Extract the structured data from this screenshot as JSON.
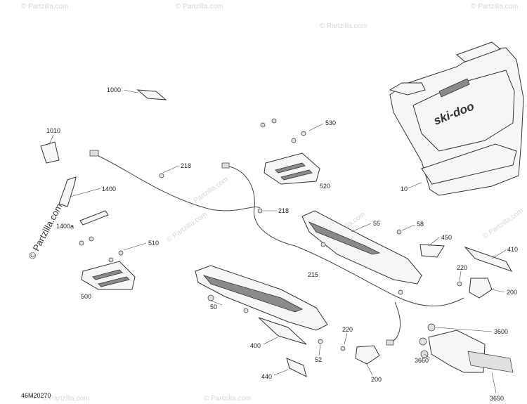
{
  "diagram_code": "46M20270",
  "watermarks": {
    "side": "© Partzilla.com",
    "repeated": "© Partzilla.com"
  },
  "brand_logo": "ski-doo",
  "callouts": [
    {
      "id": "c1000",
      "label": "1000"
    },
    {
      "id": "c1010",
      "label": "1010"
    },
    {
      "id": "c1400",
      "label": "1400"
    },
    {
      "id": "c1400a",
      "label": "1400a"
    },
    {
      "id": "c10",
      "label": "10"
    },
    {
      "id": "c530",
      "label": "530"
    },
    {
      "id": "c520",
      "label": "520"
    },
    {
      "id": "c218a",
      "label": "218"
    },
    {
      "id": "c218b",
      "label": "218"
    },
    {
      "id": "c510",
      "label": "510"
    },
    {
      "id": "c500",
      "label": "500"
    },
    {
      "id": "c55",
      "label": "55"
    },
    {
      "id": "c58",
      "label": "58"
    },
    {
      "id": "c450",
      "label": "450"
    },
    {
      "id": "c410",
      "label": "410"
    },
    {
      "id": "c215",
      "label": "215"
    },
    {
      "id": "c220a",
      "label": "220"
    },
    {
      "id": "c200a",
      "label": "200"
    },
    {
      "id": "c50",
      "label": "50"
    },
    {
      "id": "c3600",
      "label": "3600"
    },
    {
      "id": "c220b",
      "label": "220"
    },
    {
      "id": "c400",
      "label": "400"
    },
    {
      "id": "c52",
      "label": "52"
    },
    {
      "id": "c3660",
      "label": "3660"
    },
    {
      "id": "c200b",
      "label": "200"
    },
    {
      "id": "c440",
      "label": "440"
    },
    {
      "id": "c3650",
      "label": "3650"
    }
  ]
}
